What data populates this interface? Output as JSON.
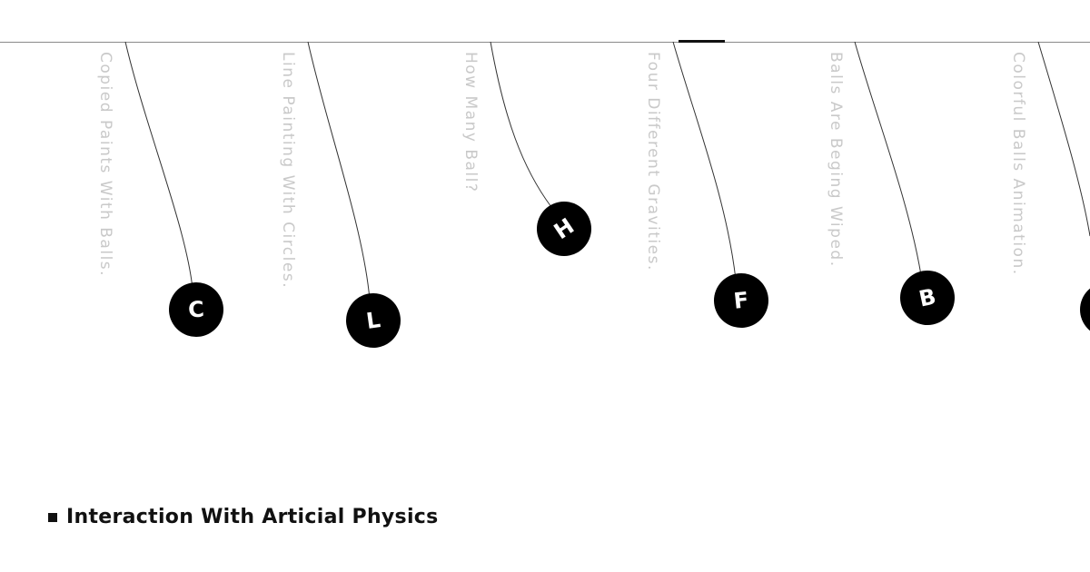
{
  "pendulums": [
    {
      "label": "Copied Paints With Balls.",
      "letter": "C"
    },
    {
      "label": "Line Painting With Circles.",
      "letter": "L"
    },
    {
      "label": "How Many Ball?",
      "letter": "H"
    },
    {
      "label": "Four Different Gravities.",
      "letter": "F"
    },
    {
      "label": "Balls Are Beging Wiped.",
      "letter": "B"
    },
    {
      "label": "Colorful Balls Animation.",
      "letter": ""
    }
  ],
  "caption": "Interaction With Articial Physics",
  "colors": {
    "ball": "#000000",
    "ball_text": "#ffffff",
    "label": "#c9c9c9",
    "string": "#333333",
    "rail": "#8a8a8a"
  }
}
